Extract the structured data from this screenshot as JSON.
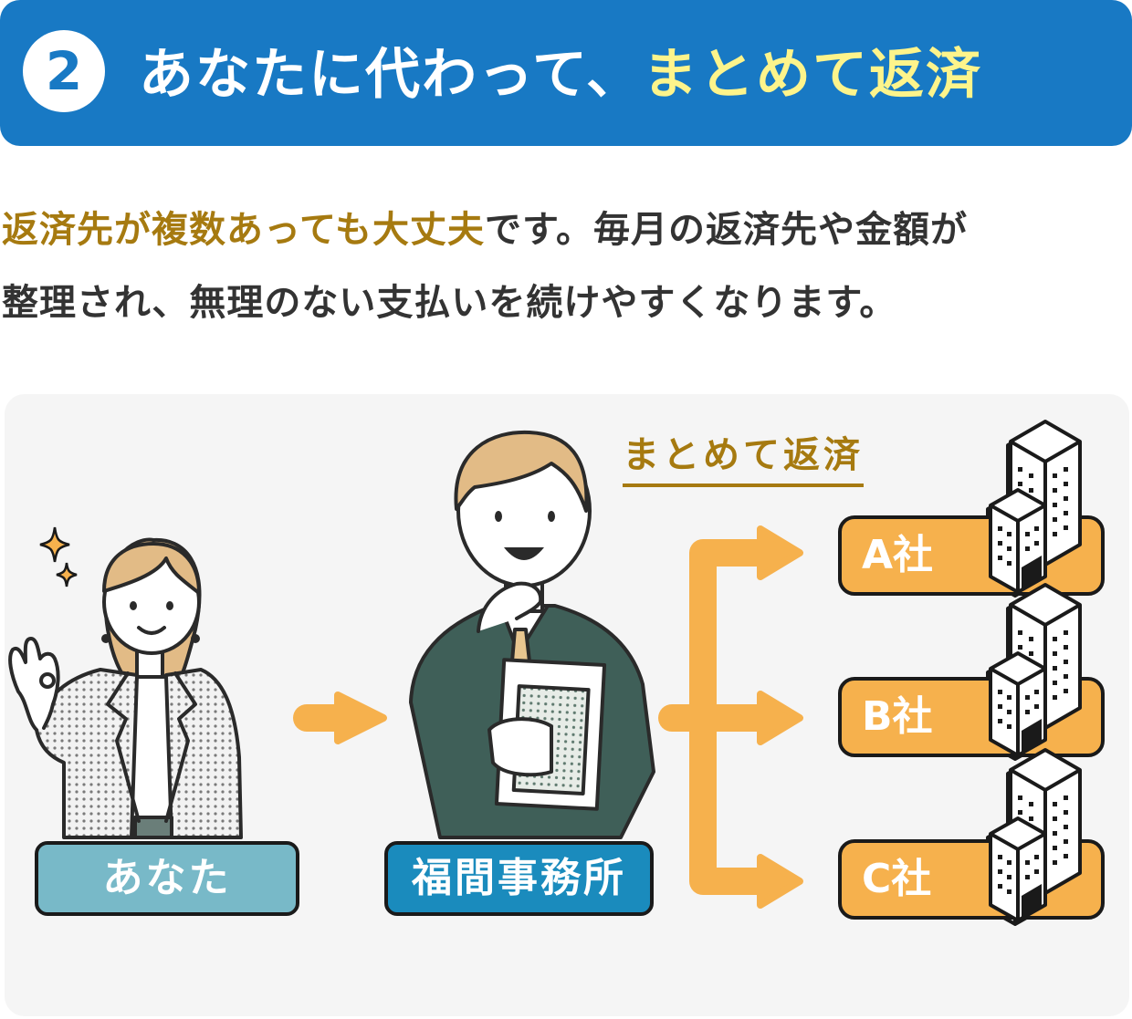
{
  "header": {
    "number": "2",
    "title_main": "あなたに代わって、",
    "title_highlight": "まとめて返済"
  },
  "description": {
    "line1_emphasis": "返済先が複数あっても大丈夫",
    "line1_rest": "です。毎月の返済先や金額が",
    "line2": "整理され、無理のない支払いを続けやすくなります。"
  },
  "diagram": {
    "you_label": "あなた",
    "office_label": "福間事務所",
    "bulk_label": "まとめて返済",
    "companies": [
      "A社",
      "B社",
      "C社"
    ]
  },
  "colors": {
    "header_blue": "#1879c4",
    "highlight_yellow": "#fdf48b",
    "emphasis_gold": "#a67a10",
    "arrow_orange": "#f6b14d",
    "you_label_bg": "#78b9c8",
    "office_label_bg": "#1a8bbd"
  }
}
